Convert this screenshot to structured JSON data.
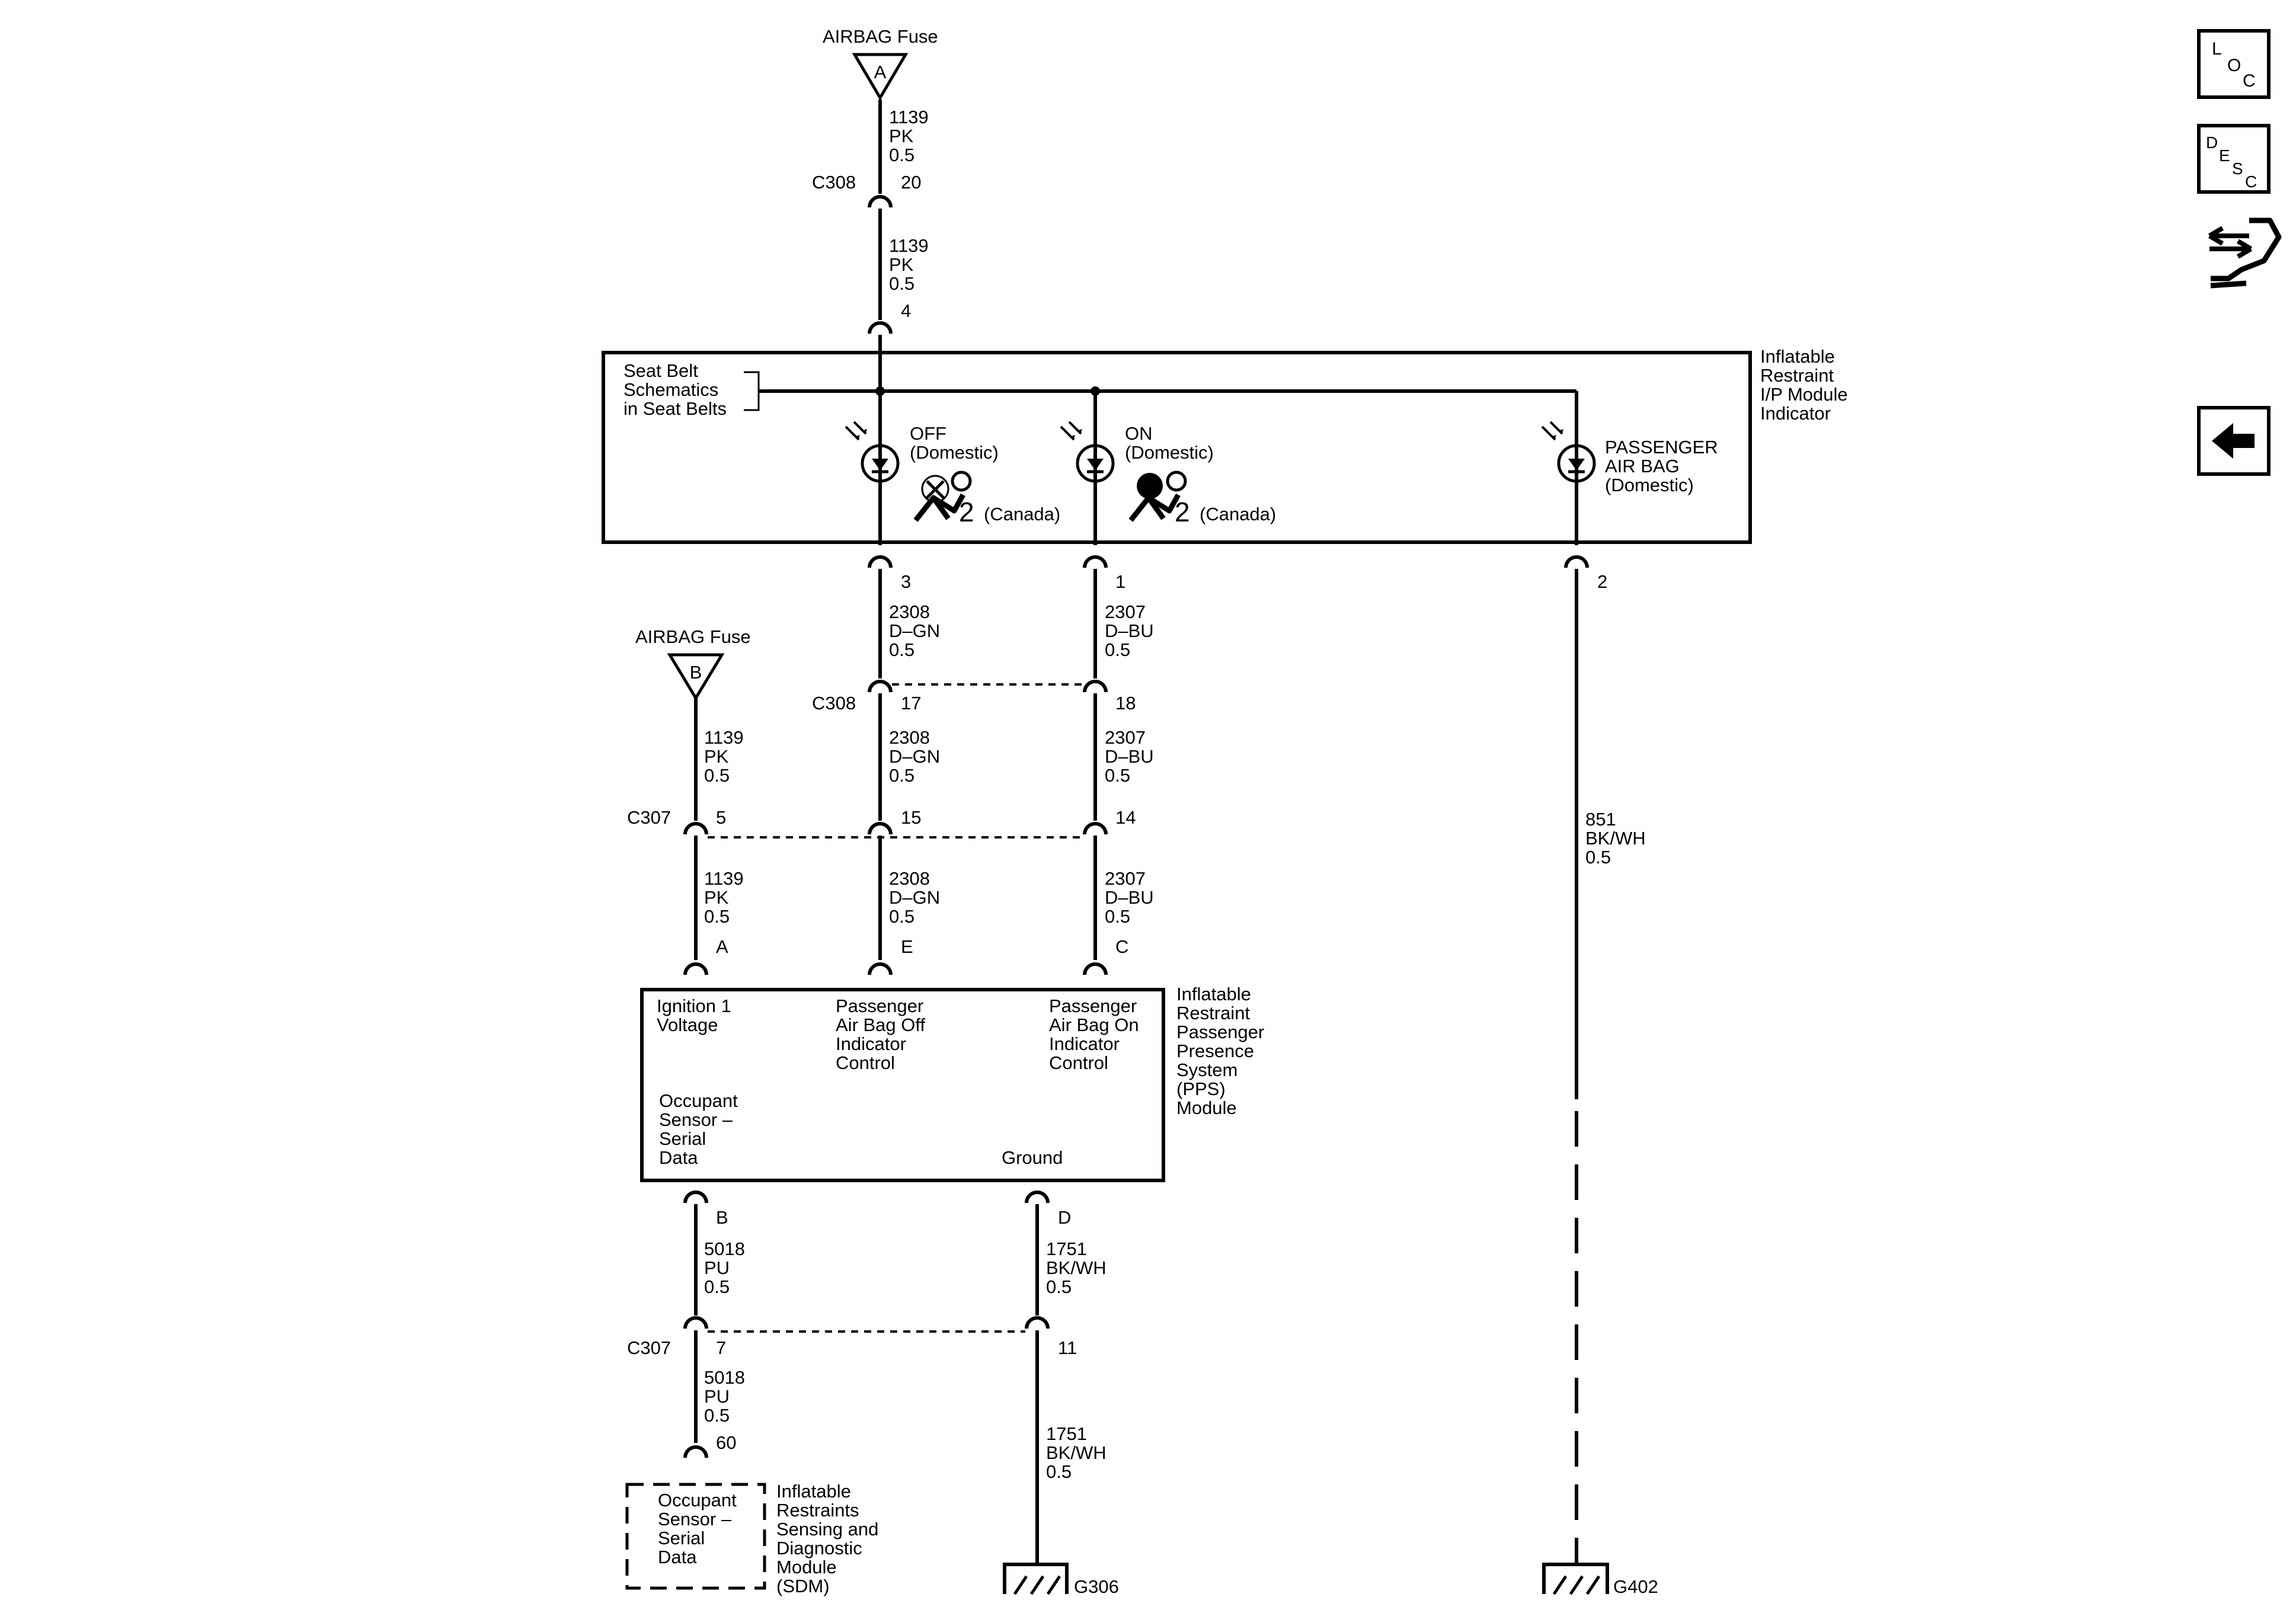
{
  "fuses": {
    "a": {
      "title": "AIRBAG Fuse",
      "letter": "A"
    },
    "b": {
      "title": "AIRBAG Fuse",
      "letter": "B"
    }
  },
  "wires": {
    "top_1": [
      "1139",
      "PK",
      "0.5"
    ],
    "top_2": [
      "1139",
      "PK",
      "0.5"
    ],
    "off_1": [
      "2308",
      "D–GN",
      "0.5"
    ],
    "off_2": [
      "2308",
      "D–GN",
      "0.5"
    ],
    "off_3": [
      "2308",
      "D–GN",
      "0.5"
    ],
    "on_1": [
      "2307",
      "D–BU",
      "0.5"
    ],
    "on_2": [
      "2307",
      "D–BU",
      "0.5"
    ],
    "on_3": [
      "2307",
      "D–BU",
      "0.5"
    ],
    "ign_1": [
      "1139",
      "PK",
      "0.5"
    ],
    "ign_2": [
      "1139",
      "PK",
      "0.5"
    ],
    "ser_1": [
      "5018",
      "PU",
      "0.5"
    ],
    "ser_2": [
      "5018",
      "PU",
      "0.5"
    ],
    "gnd_1": [
      "1751",
      "BK/WH",
      "0.5"
    ],
    "gnd_2": [
      "1751",
      "BK/WH",
      "0.5"
    ],
    "pab": [
      "851",
      "BK/WH",
      "0.5"
    ]
  },
  "connectors": {
    "c308_top": {
      "name": "C308",
      "pin": "20"
    },
    "module_in_pin": "4",
    "pin_off_out": "3",
    "pin_on_out": "1",
    "pin_pab_out": "2",
    "c308_mid": {
      "name": "C308",
      "pin_off": "17",
      "pin_on": "18"
    },
    "c307_top": {
      "name": "C307",
      "pin_ign": "5",
      "pin_off": "15",
      "pin_on": "14"
    },
    "pps_pins": {
      "a": "A",
      "e": "E",
      "c": "C",
      "b": "B",
      "d": "D"
    },
    "c307_bot": {
      "name": "C307",
      "pin_ser": "7",
      "pin_gnd": "11"
    },
    "sdm_pin": "60"
  },
  "ip_module": {
    "name_lines": [
      "Inflatable",
      "Restraint",
      "I/P Module",
      "Indicator"
    ],
    "seatbelt_lines": [
      "Seat Belt",
      "Schematics",
      "in Seat Belts"
    ],
    "off": {
      "label": "OFF",
      "sub": "(Domestic)",
      "canada_num": "2",
      "canada": "(Canada)"
    },
    "on": {
      "label": "ON",
      "sub": "(Domestic)",
      "canada_num": "2",
      "canada": "(Canada)"
    },
    "pab_lines": [
      "PASSENGER",
      "AIR BAG",
      "(Domestic)"
    ]
  },
  "pps_module": {
    "name_lines": [
      "Inflatable",
      "Restraint",
      "Passenger",
      "Presence",
      "System",
      "(PPS)",
      "Module"
    ],
    "ign_lines": [
      "Ignition 1",
      "Voltage"
    ],
    "off_lines": [
      "Passenger",
      "Air Bag Off",
      "Indicator",
      "Control"
    ],
    "on_lines": [
      "Passenger",
      "Air Bag On",
      "Indicator",
      "Control"
    ],
    "occ_lines": [
      "Occupant",
      "Sensor –",
      "Serial",
      "Data"
    ],
    "ground": "Ground"
  },
  "sdm": {
    "inner_lines": [
      "Occupant",
      "Sensor –",
      "Serial",
      "Data"
    ],
    "name_lines": [
      "Inflatable",
      "Restraints",
      "Sensing and",
      "Diagnostic",
      "Module",
      "(SDM)"
    ]
  },
  "grounds": {
    "g306": "G306",
    "g402": "G402"
  },
  "nav": {
    "loc": [
      "L",
      "O",
      "C"
    ],
    "desc": [
      "D",
      "E",
      "S",
      "C"
    ],
    "loc_icon": "loc-icon",
    "desc_icon": "desc-icon",
    "connector_icon": "connector-end-view-icon",
    "back_icon": "back-arrow-icon"
  }
}
